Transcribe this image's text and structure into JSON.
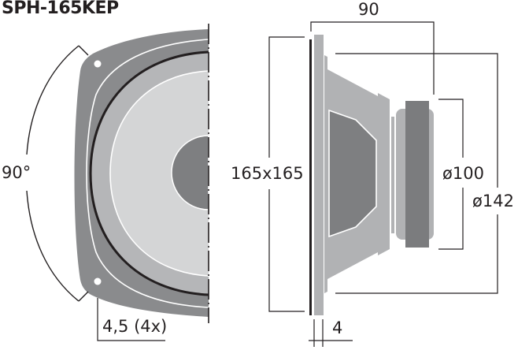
{
  "title": "SPH-165KEP",
  "front_view": {
    "angle_label": "90°",
    "hole_label": "4,5 (4x)"
  },
  "side_view": {
    "depth_label": "90",
    "frame_label": "165x165",
    "magnet_label": "ø100",
    "basket_label": "ø142",
    "flange_label": "4"
  },
  "colors": {
    "frame": "#8a8b8d",
    "surround": "#b5b6b8",
    "cone": "#d4d5d6",
    "dustcap": "#7e7f81",
    "basket": "#b1b2b4",
    "magnet": "#7b7c7e",
    "line": "#231f20"
  }
}
